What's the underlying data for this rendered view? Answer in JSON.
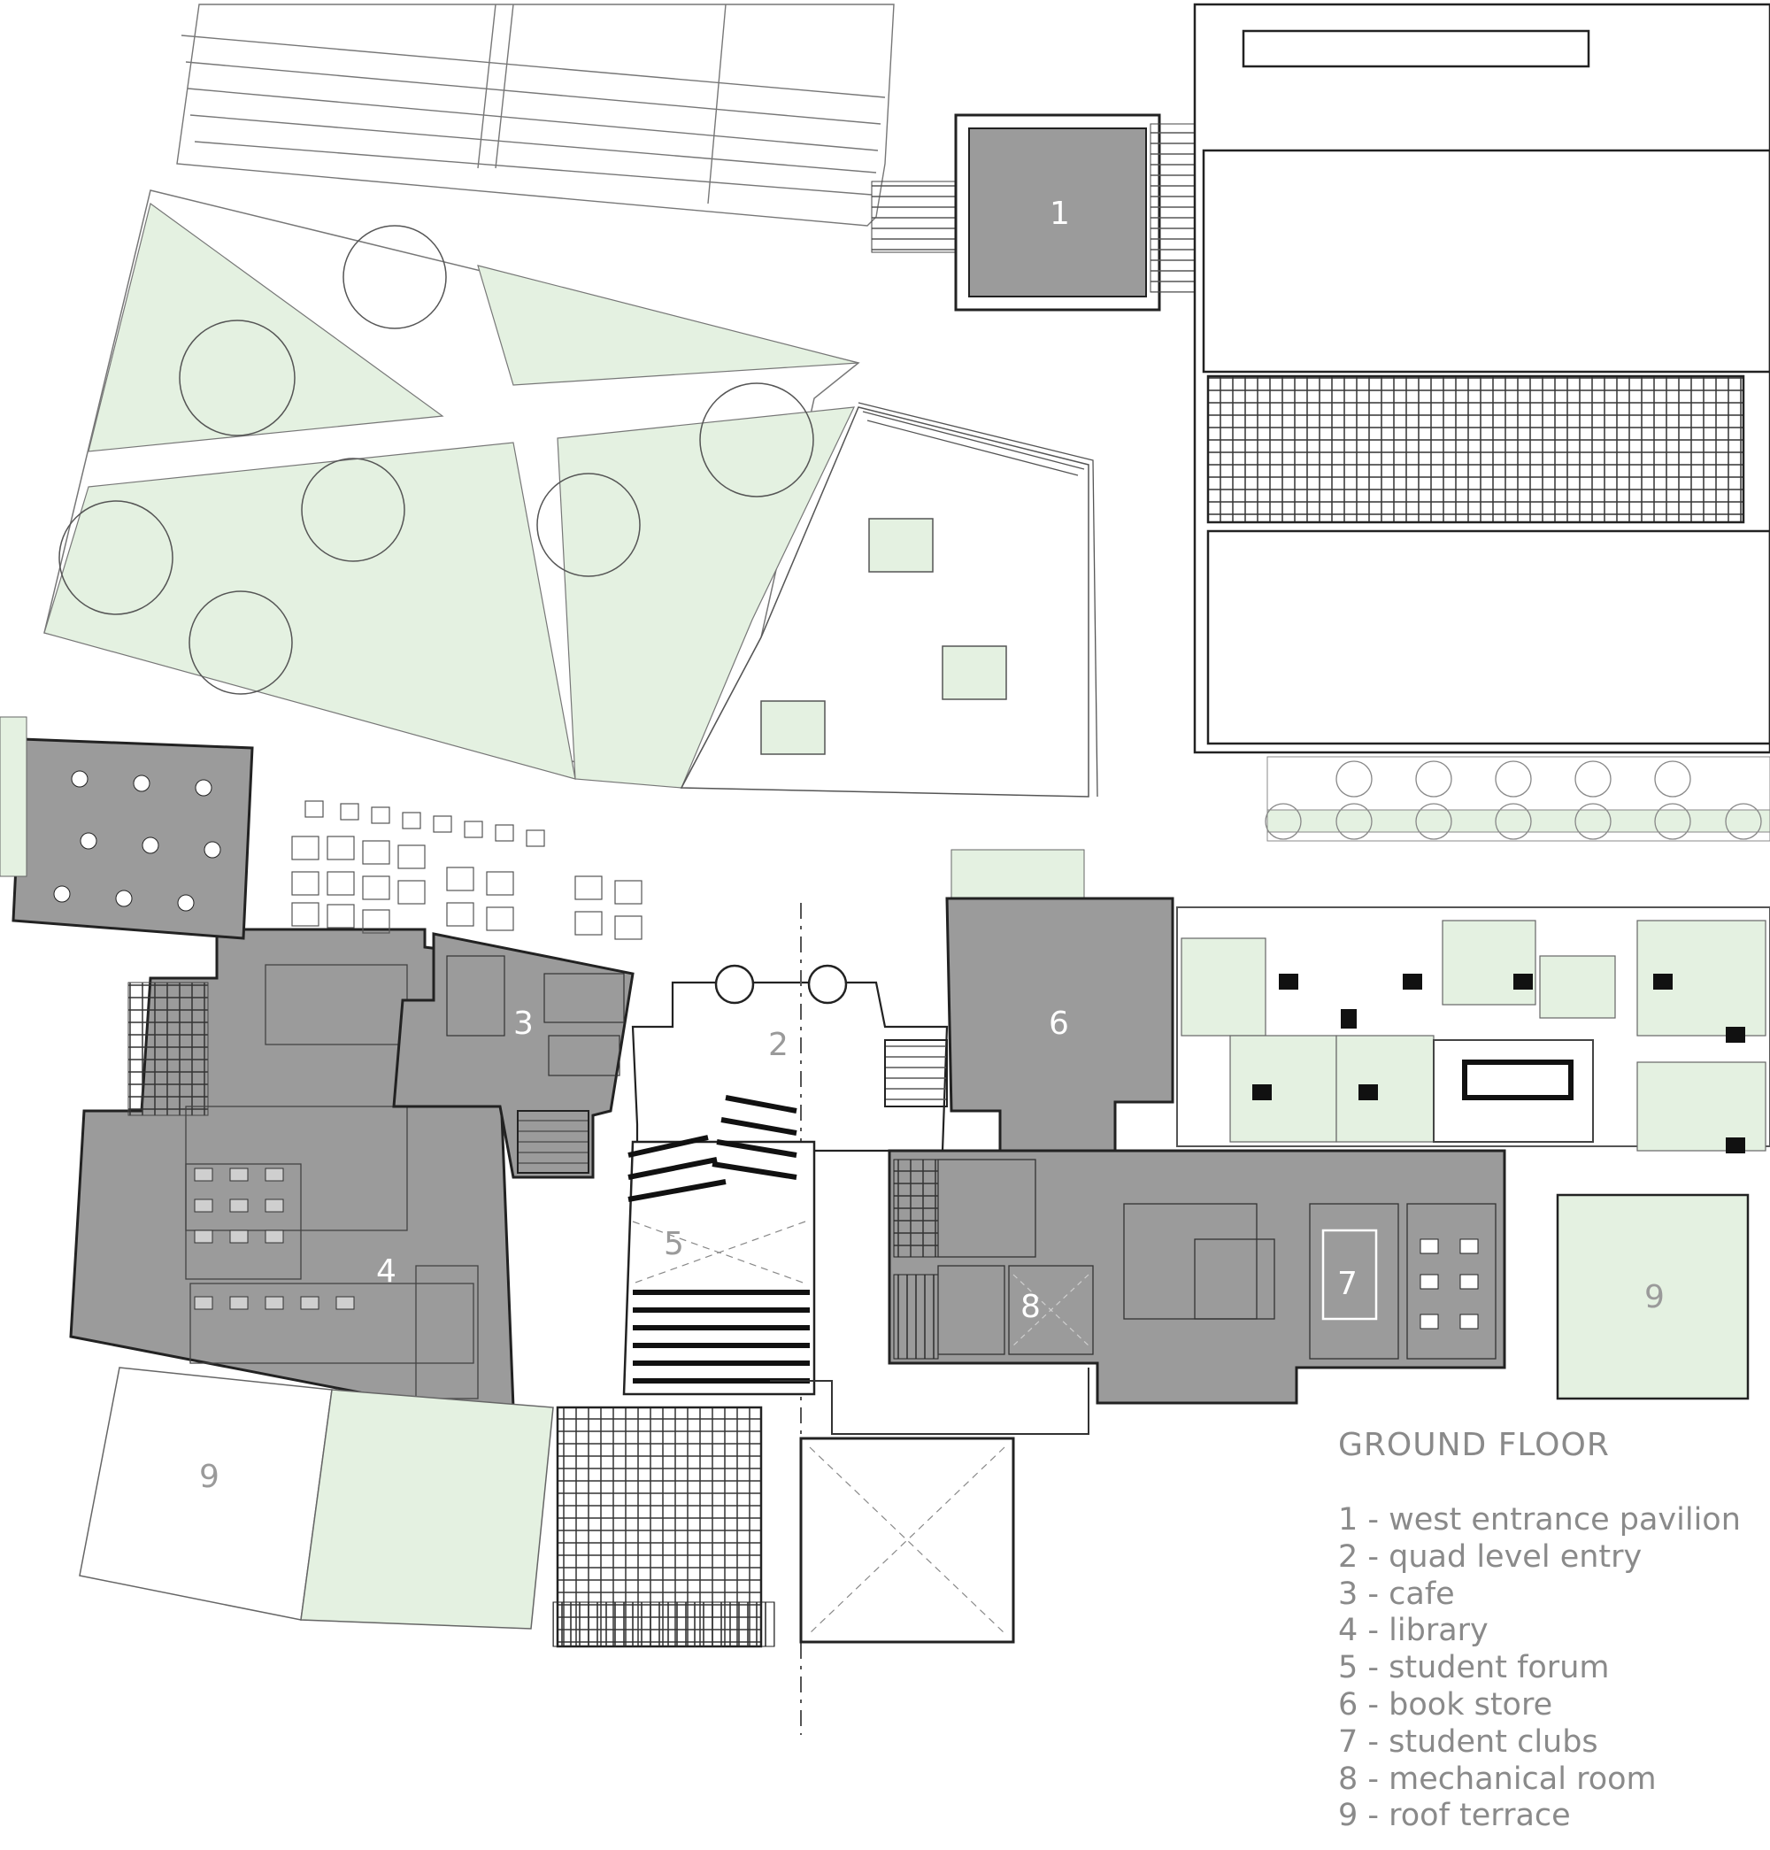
{
  "colors": {
    "building_fill": "#9b9b9b",
    "landscape_fill": "#e4f1e1",
    "line": "#333333",
    "legend_text": "#8a8a8a"
  },
  "plan_labels": {
    "west_entrance_pavilion": "1",
    "quad_level_entry": "2",
    "cafe": "3",
    "library": "4",
    "student_forum": "5",
    "book_store": "6",
    "student_clubs": "7",
    "mechanical_room": "8",
    "roof_terrace_east": "9",
    "roof_terrace_west": "9"
  },
  "legend": {
    "title": "GROUND FLOOR",
    "items": [
      "1 - west entrance pavilion",
      "2 - quad level entry",
      "3 - cafe",
      "4 - library",
      "5 - student forum",
      "6 - book store",
      "7 - student clubs",
      "8 - mechanical room",
      "9 - roof terrace"
    ]
  }
}
